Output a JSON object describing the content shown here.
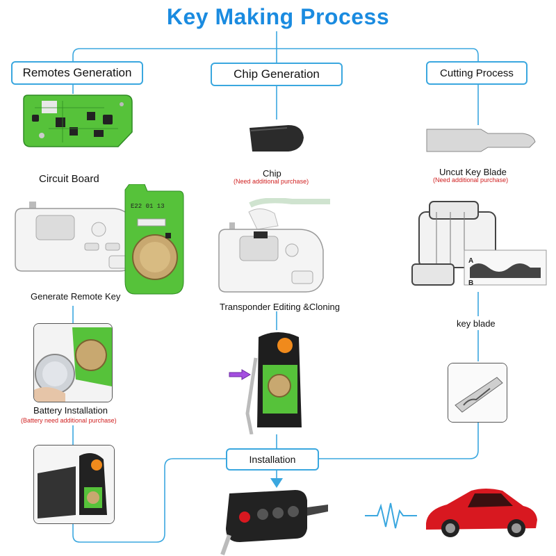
{
  "title": "Key Making Process",
  "sections": {
    "remotes": "Remotes Generation",
    "chip": "Chip Generation",
    "cutting": "Cutting Process"
  },
  "labels": {
    "circuit_board": "Circuit Board",
    "generate_remote_key": "Generate Remote Key",
    "battery_installation": "Battery Installation",
    "battery_note": "(Battery need additional purchase)",
    "chip": "Chip",
    "chip_note": "(Need additional purchase)",
    "transponder": "Transponder Editing &Cloning",
    "uncut_blade": "Uncut Key  Blade",
    "uncut_note": "(Need additional purchase)",
    "key_blade": "key blade",
    "installation": "Installation"
  },
  "board_text": "E22 01 13",
  "blade_marks": [
    "A",
    "B"
  ],
  "colors": {
    "accent": "#3aa7df",
    "title": "#1a8be0",
    "pcb": "#56c23a",
    "note": "#d02020",
    "car": "#d81820",
    "key_orange": "#f08a1c"
  }
}
